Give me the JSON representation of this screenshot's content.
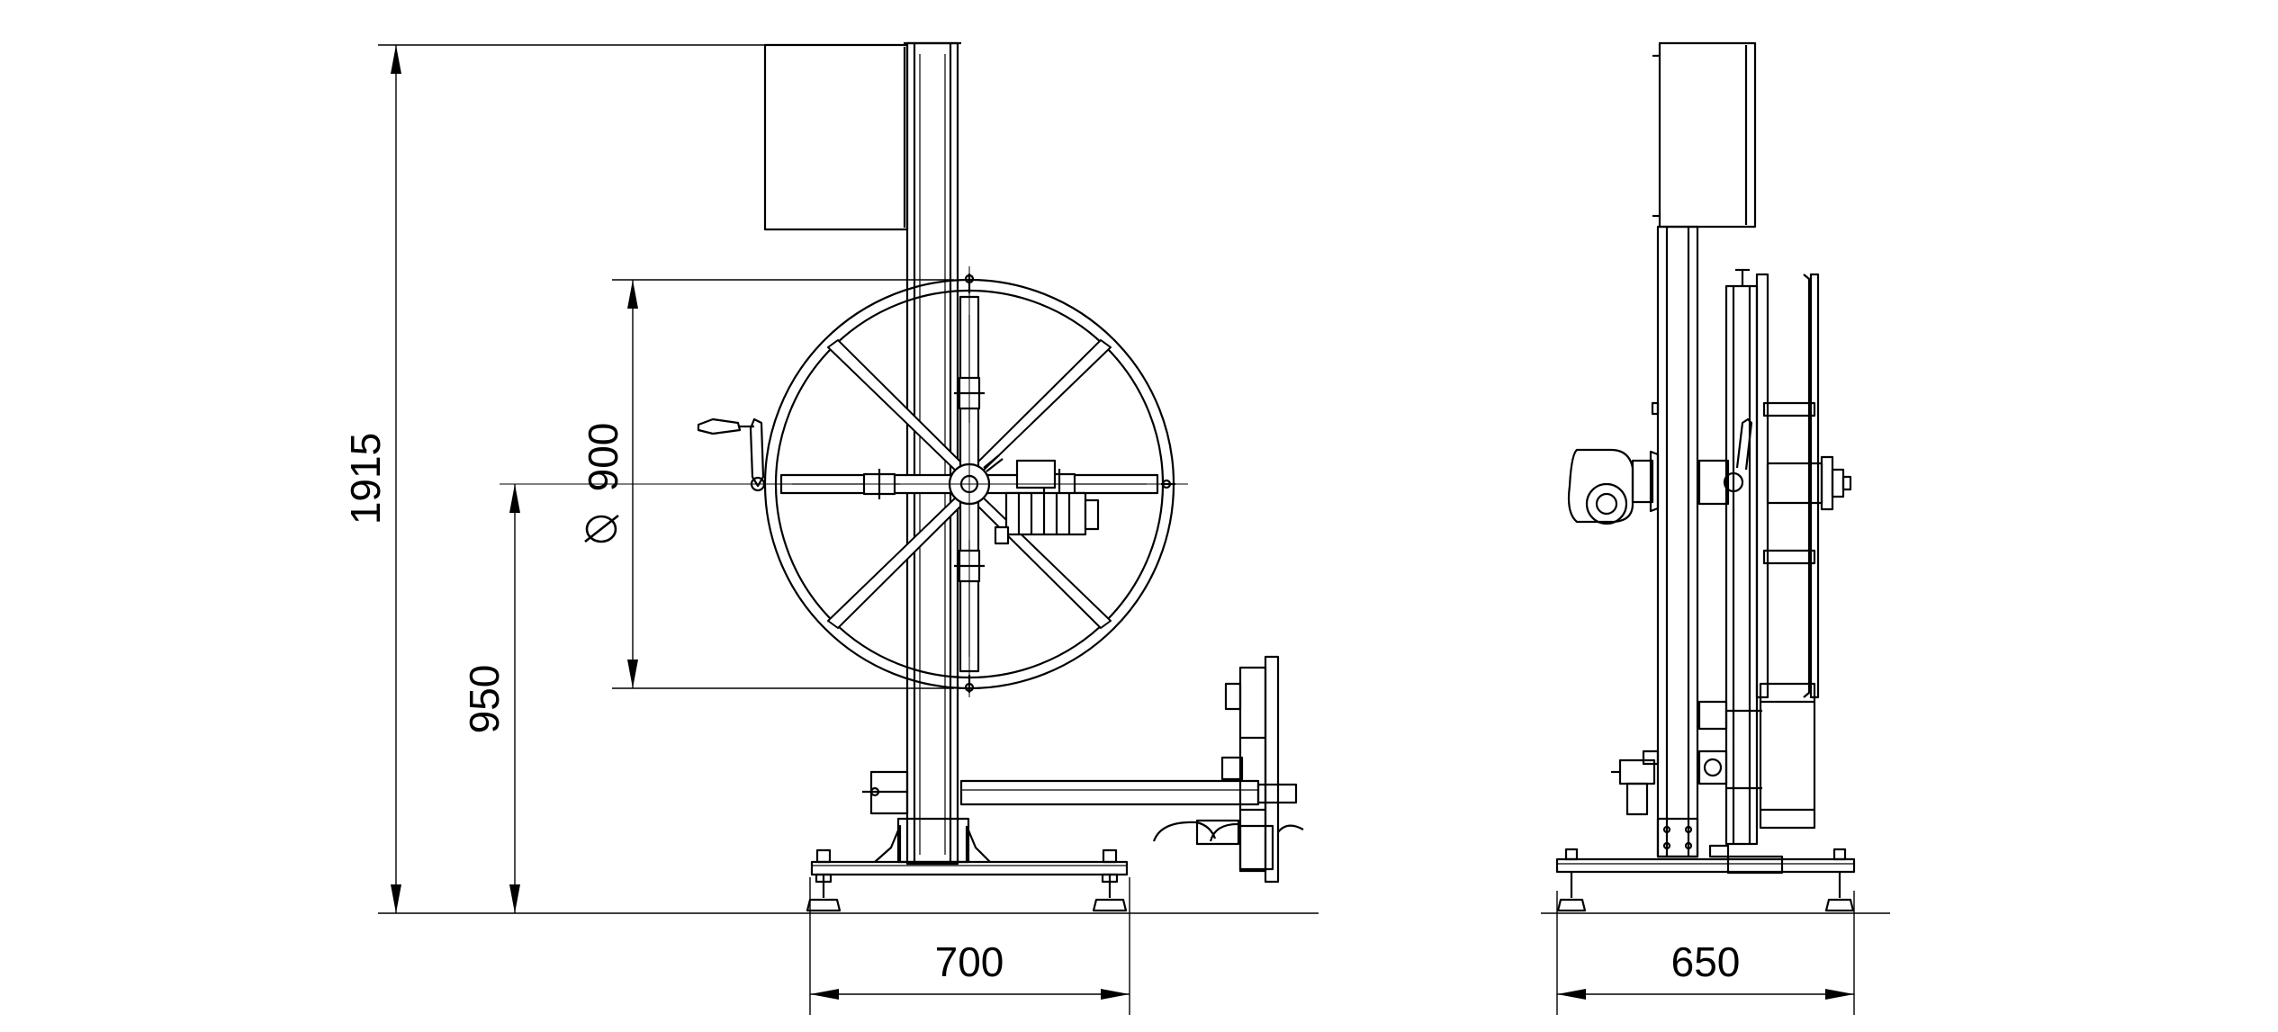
{
  "dimensions": {
    "height_overall": "1915",
    "wheel_center_height": "950",
    "wheel_diameter": "900",
    "diameter_symbol": "∅",
    "base_width_front": "700",
    "base_width_side": "650"
  },
  "colors": {
    "line": "#000000",
    "background": "#ffffff"
  }
}
